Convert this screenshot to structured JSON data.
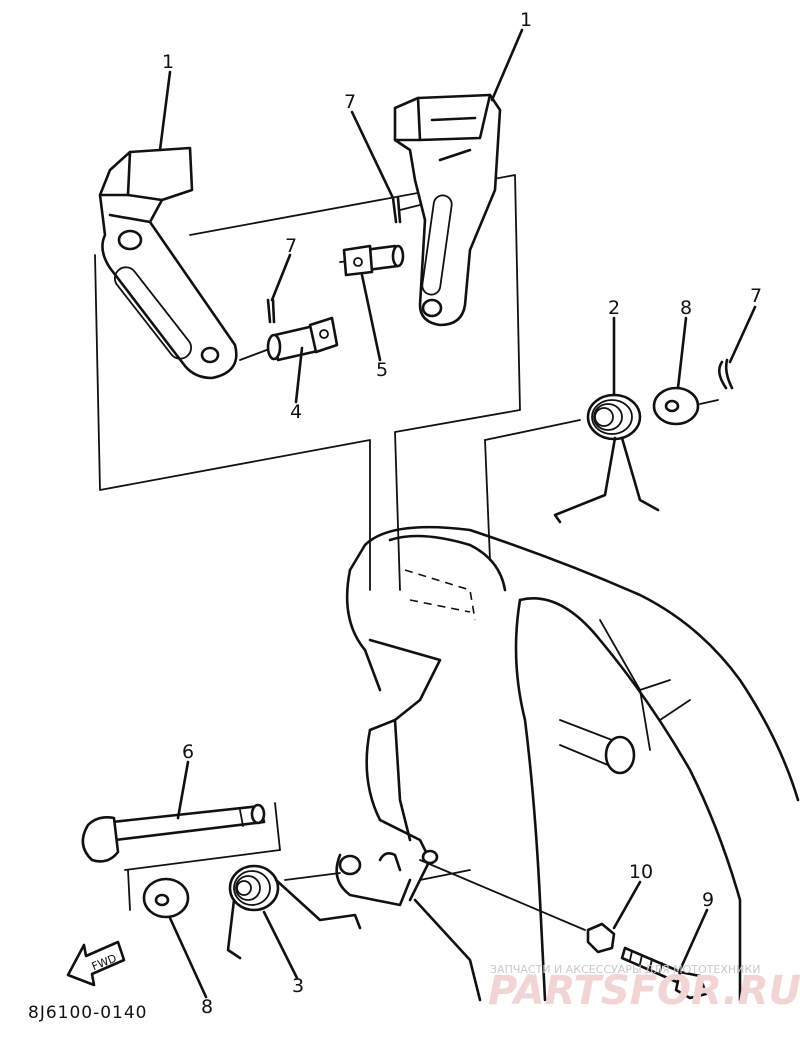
{
  "diagram": {
    "drawing_code": "8J6100-0140",
    "fwd_label": "FWD",
    "callouts": [
      {
        "id": "c1",
        "label": "1"
      },
      {
        "id": "c1b",
        "label": "1"
      },
      {
        "id": "c2",
        "label": "2"
      },
      {
        "id": "c3",
        "label": "3"
      },
      {
        "id": "c4",
        "label": "4"
      },
      {
        "id": "c5",
        "label": "5"
      },
      {
        "id": "c6",
        "label": "6"
      },
      {
        "id": "c7a",
        "label": "7"
      },
      {
        "id": "c7b",
        "label": "7"
      },
      {
        "id": "c7c",
        "label": "7"
      },
      {
        "id": "c8a",
        "label": "8"
      },
      {
        "id": "c8b",
        "label": "8"
      },
      {
        "id": "c9",
        "label": "9"
      },
      {
        "id": "c10",
        "label": "10"
      }
    ]
  },
  "watermark": {
    "tagline": "ЗАПЧАСТИ И АКСЕССУАРЫ ДЛЯ МОТОТЕХНИКИ",
    "logo": "PARTSFOR.RU"
  }
}
